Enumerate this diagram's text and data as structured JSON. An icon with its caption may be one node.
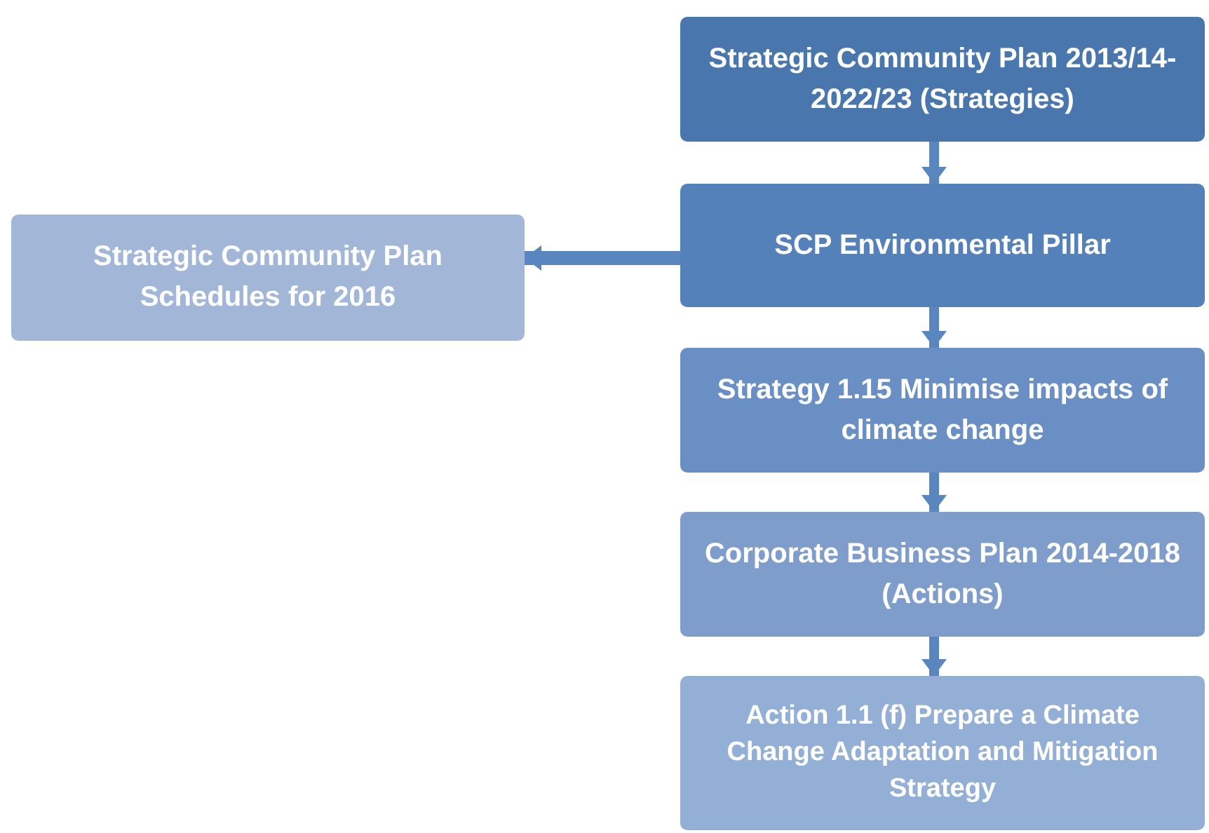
{
  "diagram": {
    "nodes": [
      {
        "text": [
          "Strategic Community Plan 2013/14-2022/23 (Strategies)"
        ]
      },
      {
        "text": [
          "Strategic Community Plan Schedules for 2016"
        ]
      },
      {
        "text": [
          "SCP Environmental Pillar"
        ]
      },
      {
        "text": [
          "Strategy 1.15 Minimise impacts of climate change"
        ]
      },
      {
        "text": [
          "Corporate Business Plan 2014-2018 (Actions)"
        ]
      },
      {
        "text": [
          "Action 1.1 (f) Prepare a Climate Change Adaptation and Mitigation Strategy"
        ]
      }
    ],
    "edges": [
      {
        "from": 0,
        "to": 2,
        "arrow": "to"
      },
      {
        "from": 2,
        "to": 1,
        "arrow": "to"
      },
      {
        "from": 2,
        "to": 3,
        "arrow": "to"
      },
      {
        "from": 3,
        "to": 4,
        "arrow": "to"
      },
      {
        "from": 4,
        "to": 5,
        "arrow": "to"
      }
    ]
  }
}
